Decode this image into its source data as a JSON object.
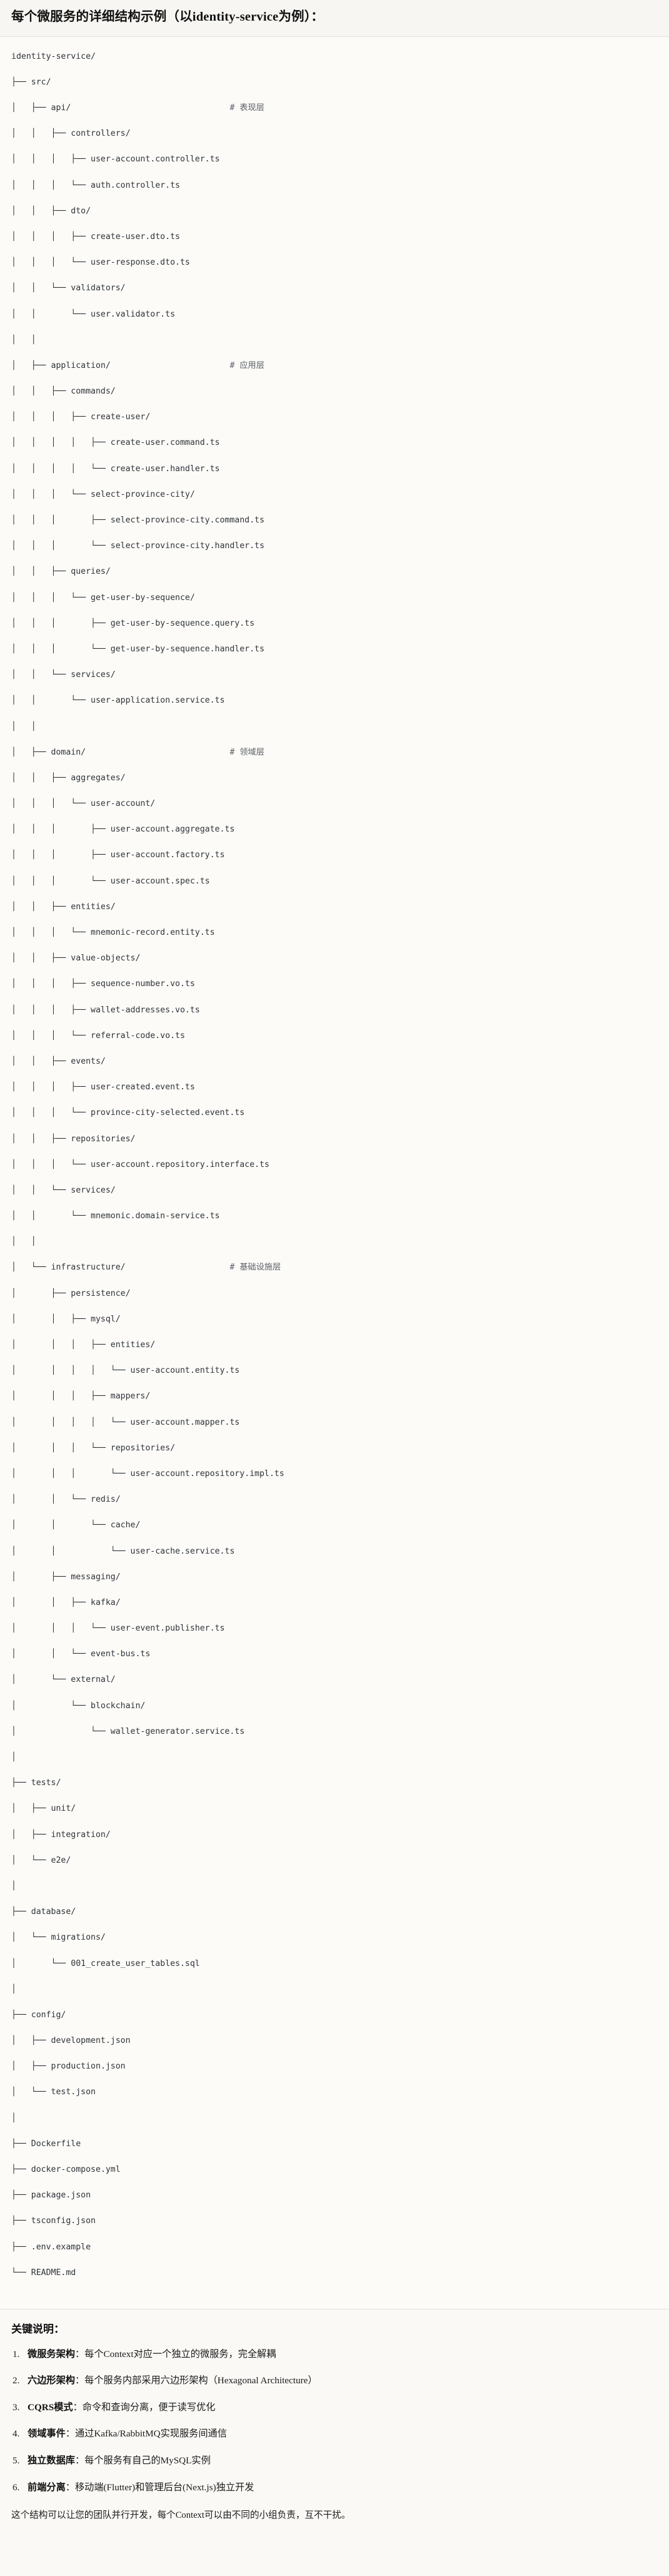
{
  "header": {
    "title": "每个微服务的详细结构示例（以identity-service为例）："
  },
  "tree": {
    "root": "identity-service/",
    "lines": [
      {
        "text": "identity-service/",
        "comment": ""
      },
      {
        "text": "├── src/",
        "comment": ""
      },
      {
        "text": "│   ├── api/",
        "comment": "# 表现层"
      },
      {
        "text": "│   │   ├── controllers/",
        "comment": ""
      },
      {
        "text": "│   │   │   ├── user-account.controller.ts",
        "comment": ""
      },
      {
        "text": "│   │   │   └── auth.controller.ts",
        "comment": ""
      },
      {
        "text": "│   │   ├── dto/",
        "comment": ""
      },
      {
        "text": "│   │   │   ├── create-user.dto.ts",
        "comment": ""
      },
      {
        "text": "│   │   │   └── user-response.dto.ts",
        "comment": ""
      },
      {
        "text": "│   │   └── validators/",
        "comment": ""
      },
      {
        "text": "│   │       └── user.validator.ts",
        "comment": ""
      },
      {
        "text": "│   │",
        "comment": ""
      },
      {
        "text": "│   ├── application/",
        "comment": "# 应用层"
      },
      {
        "text": "│   │   ├── commands/",
        "comment": ""
      },
      {
        "text": "│   │   │   ├── create-user/",
        "comment": ""
      },
      {
        "text": "│   │   │   │   ├── create-user.command.ts",
        "comment": ""
      },
      {
        "text": "│   │   │   │   └── create-user.handler.ts",
        "comment": ""
      },
      {
        "text": "│   │   │   └── select-province-city/",
        "comment": ""
      },
      {
        "text": "│   │   │       ├── select-province-city.command.ts",
        "comment": ""
      },
      {
        "text": "│   │   │       └── select-province-city.handler.ts",
        "comment": ""
      },
      {
        "text": "│   │   ├── queries/",
        "comment": ""
      },
      {
        "text": "│   │   │   └── get-user-by-sequence/",
        "comment": ""
      },
      {
        "text": "│   │   │       ├── get-user-by-sequence.query.ts",
        "comment": ""
      },
      {
        "text": "│   │   │       └── get-user-by-sequence.handler.ts",
        "comment": ""
      },
      {
        "text": "│   │   └── services/",
        "comment": ""
      },
      {
        "text": "│   │       └── user-application.service.ts",
        "comment": ""
      },
      {
        "text": "│   │",
        "comment": ""
      },
      {
        "text": "│   ├── domain/",
        "comment": "# 领域层"
      },
      {
        "text": "│   │   ├── aggregates/",
        "comment": ""
      },
      {
        "text": "│   │   │   └── user-account/",
        "comment": ""
      },
      {
        "text": "│   │   │       ├── user-account.aggregate.ts",
        "comment": ""
      },
      {
        "text": "│   │   │       ├── user-account.factory.ts",
        "comment": ""
      },
      {
        "text": "│   │   │       └── user-account.spec.ts",
        "comment": ""
      },
      {
        "text": "│   │   ├── entities/",
        "comment": ""
      },
      {
        "text": "│   │   │   └── mnemonic-record.entity.ts",
        "comment": ""
      },
      {
        "text": "│   │   ├── value-objects/",
        "comment": ""
      },
      {
        "text": "│   │   │   ├── sequence-number.vo.ts",
        "comment": ""
      },
      {
        "text": "│   │   │   ├── wallet-addresses.vo.ts",
        "comment": ""
      },
      {
        "text": "│   │   │   └── referral-code.vo.ts",
        "comment": ""
      },
      {
        "text": "│   │   ├── events/",
        "comment": ""
      },
      {
        "text": "│   │   │   ├── user-created.event.ts",
        "comment": ""
      },
      {
        "text": "│   │   │   └── province-city-selected.event.ts",
        "comment": ""
      },
      {
        "text": "│   │   ├── repositories/",
        "comment": ""
      },
      {
        "text": "│   │   │   └── user-account.repository.interface.ts",
        "comment": ""
      },
      {
        "text": "│   │   └── services/",
        "comment": ""
      },
      {
        "text": "│   │       └── mnemonic.domain-service.ts",
        "comment": ""
      },
      {
        "text": "│   │",
        "comment": ""
      },
      {
        "text": "│   └── infrastructure/",
        "comment": "# 基础设施层"
      },
      {
        "text": "│       ├── persistence/",
        "comment": ""
      },
      {
        "text": "│       │   ├── mysql/",
        "comment": ""
      },
      {
        "text": "│       │   │   ├── entities/",
        "comment": ""
      },
      {
        "text": "│       │   │   │   └── user-account.entity.ts",
        "comment": ""
      },
      {
        "text": "│       │   │   ├── mappers/",
        "comment": ""
      },
      {
        "text": "│       │   │   │   └── user-account.mapper.ts",
        "comment": ""
      },
      {
        "text": "│       │   │   └── repositories/",
        "comment": ""
      },
      {
        "text": "│       │   │       └── user-account.repository.impl.ts",
        "comment": ""
      },
      {
        "text": "│       │   └── redis/",
        "comment": ""
      },
      {
        "text": "│       │       └── cache/",
        "comment": ""
      },
      {
        "text": "│       │           └── user-cache.service.ts",
        "comment": ""
      },
      {
        "text": "│       ├── messaging/",
        "comment": ""
      },
      {
        "text": "│       │   ├── kafka/",
        "comment": ""
      },
      {
        "text": "│       │   │   └── user-event.publisher.ts",
        "comment": ""
      },
      {
        "text": "│       │   └── event-bus.ts",
        "comment": ""
      },
      {
        "text": "│       └── external/",
        "comment": ""
      },
      {
        "text": "│           └── blockchain/",
        "comment": ""
      },
      {
        "text": "│               └── wallet-generator.service.ts",
        "comment": ""
      },
      {
        "text": "│",
        "comment": ""
      },
      {
        "text": "├── tests/",
        "comment": ""
      },
      {
        "text": "│   ├── unit/",
        "comment": ""
      },
      {
        "text": "│   ├── integration/",
        "comment": ""
      },
      {
        "text": "│   └── e2e/",
        "comment": ""
      },
      {
        "text": "│",
        "comment": ""
      },
      {
        "text": "├── database/",
        "comment": ""
      },
      {
        "text": "│   └── migrations/",
        "comment": ""
      },
      {
        "text": "│       └── 001_create_user_tables.sql",
        "comment": ""
      },
      {
        "text": "│",
        "comment": ""
      },
      {
        "text": "├── config/",
        "comment": ""
      },
      {
        "text": "│   ├── development.json",
        "comment": ""
      },
      {
        "text": "│   ├── production.json",
        "comment": ""
      },
      {
        "text": "│   └── test.json",
        "comment": ""
      },
      {
        "text": "│",
        "comment": ""
      },
      {
        "text": "├── Dockerfile",
        "comment": ""
      },
      {
        "text": "├── docker-compose.yml",
        "comment": ""
      },
      {
        "text": "├── package.json",
        "comment": ""
      },
      {
        "text": "├── tsconfig.json",
        "comment": ""
      },
      {
        "text": "├── .env.example",
        "comment": ""
      },
      {
        "text": "└── README.md",
        "comment": ""
      }
    ],
    "comment_column": 44
  },
  "notes": {
    "title": "关键说明：",
    "items": [
      {
        "term": "微服务架构",
        "separator": "：",
        "text": "每个Context对应一个独立的微服务，完全解耦"
      },
      {
        "term": "六边形架构",
        "separator": "：",
        "text": "每个服务内部采用六边形架构（Hexagonal Architecture）"
      },
      {
        "term": "CQRS模式",
        "separator": "：",
        "text": "命令和查询分离，便于读写优化"
      },
      {
        "term": "领域事件",
        "separator": "：",
        "text": "通过Kafka/RabbitMQ实现服务间通信"
      },
      {
        "term": "独立数据库",
        "separator": "：",
        "text": "每个服务有自己的MySQL实例"
      },
      {
        "term": "前端分离",
        "separator": "：",
        "text": "移动端(Flutter)和管理后台(Next.js)独立开发"
      }
    ],
    "closing": "这个结构可以让您的团队并行开发，每个Context可以由不同的小组负责，互不干扰。"
  },
  "colors": {
    "page_background": "#faf9f6",
    "header_background": "#f7f6f2",
    "code_background": "#fcfbf8",
    "border": "#e3e1da",
    "text": "#1b1b1b",
    "code_text": "#2f3338",
    "comment_text": "#5b6068"
  }
}
